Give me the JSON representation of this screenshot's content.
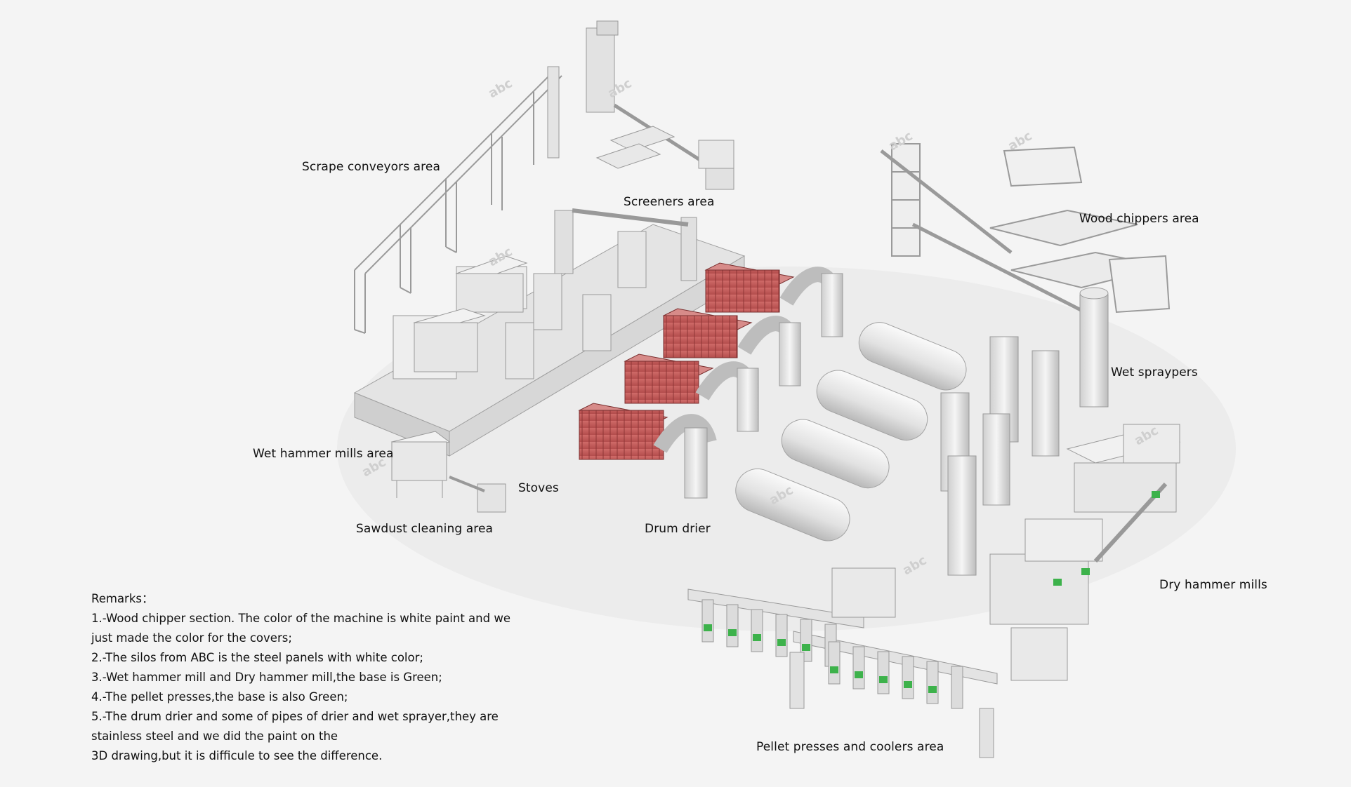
{
  "labels": {
    "scrape_conveyors": "Scrape conveyors area",
    "screeners": "Screeners area",
    "wood_chippers": "Wood chippers area",
    "wet_sprayers": "Wet spraypers",
    "wet_hammer_mills": "Wet hammer mills area",
    "stoves": "Stoves",
    "sawdust_cleaning": "Sawdust cleaning area",
    "drum_drier": "Drum drier",
    "dry_hammer_mills": "Dry hammer mills",
    "pellet_presses": "Pellet presses and coolers area"
  },
  "watermark": "abc",
  "remarks": {
    "heading": "Remarks：",
    "lines": [
      "1.-Wood chipper section. The color of the machine is white paint and we",
      "just made the color for the covers;",
      "2.-The silos from ABC is the steel panels with white color;",
      "3.-Wet hammer mill and Dry hammer mill,the base is Green;",
      "4.-The pellet presses,the base is also Green;",
      "5.-The drum drier and some of pipes of drier and wet sprayer,they are",
      "stainless steel and we did the paint on the",
      "3D drawing,but it is difficule to see the difference."
    ]
  },
  "colors": {
    "background": "#f4f4f4",
    "machine": "#e6e6e6",
    "machine_shadow": "#bdbdbd",
    "stove_red": "#c85a5a",
    "base_green": "#3db24b"
  }
}
